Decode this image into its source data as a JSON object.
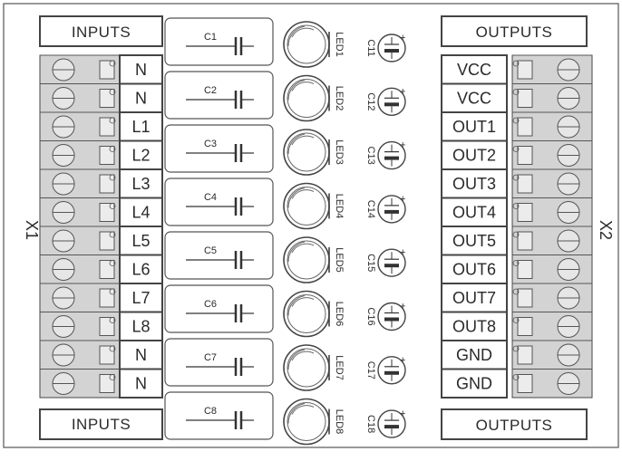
{
  "board": {
    "headers": {
      "inputs_top": "INPUTS",
      "inputs_bottom": "INPUTS",
      "outputs_top": "OUTPUTS",
      "outputs_bottom": "OUTPUTS"
    },
    "connector_left": "X1",
    "connector_right": "X2",
    "input_pins": [
      "N",
      "N",
      "L1",
      "L2",
      "L3",
      "L4",
      "L5",
      "L6",
      "L7",
      "L8",
      "N",
      "N"
    ],
    "output_pins": [
      "VCC",
      "VCC",
      "OUT1",
      "OUT2",
      "OUT3",
      "OUT4",
      "OUT5",
      "OUT6",
      "OUT7",
      "OUT8",
      "GND",
      "GND"
    ],
    "capacitors": [
      "C1",
      "C2",
      "C3",
      "C4",
      "C5",
      "C6",
      "C7",
      "C8"
    ],
    "leds": [
      "LED1",
      "LED2",
      "LED3",
      "LED4",
      "LED5",
      "LED6",
      "LED7",
      "LED8"
    ],
    "electrolytics": [
      "C11",
      "C12",
      "C13",
      "C14",
      "C15",
      "C16",
      "C17",
      "C18"
    ]
  }
}
